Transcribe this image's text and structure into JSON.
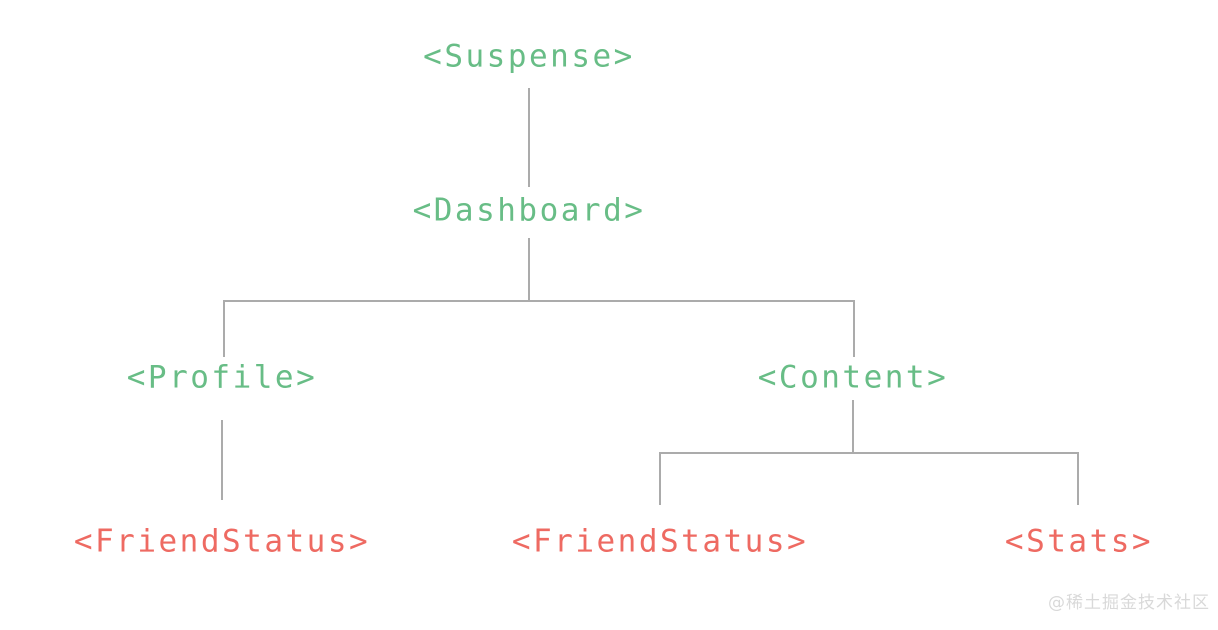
{
  "diagram": {
    "kind": "react-component-tree",
    "colors": {
      "loaded": "#68bd86",
      "pending": "#ee6a62",
      "line": "#ababab",
      "background": "#ffffff",
      "watermark": "#d9d9d9"
    },
    "nodes": [
      {
        "id": "suspense",
        "label": "<Suspense>",
        "state": "loaded"
      },
      {
        "id": "dashboard",
        "label": "<Dashboard>",
        "state": "loaded"
      },
      {
        "id": "profile",
        "label": "<Profile>",
        "state": "loaded"
      },
      {
        "id": "content",
        "label": "<Content>",
        "state": "loaded"
      },
      {
        "id": "friendstatus-1",
        "label": "<FriendStatus>",
        "state": "pending"
      },
      {
        "id": "friendstatus-2",
        "label": "<FriendStatus>",
        "state": "pending"
      },
      {
        "id": "stats",
        "label": "<Stats>",
        "state": "pending"
      }
    ],
    "edges": [
      {
        "from": "suspense",
        "to": "dashboard"
      },
      {
        "from": "dashboard",
        "to": "profile"
      },
      {
        "from": "dashboard",
        "to": "content"
      },
      {
        "from": "profile",
        "to": "friendstatus-1"
      },
      {
        "from": "content",
        "to": "friendstatus-2"
      },
      {
        "from": "content",
        "to": "stats"
      }
    ]
  },
  "watermark": {
    "text": "@稀土掘金技术社区"
  }
}
